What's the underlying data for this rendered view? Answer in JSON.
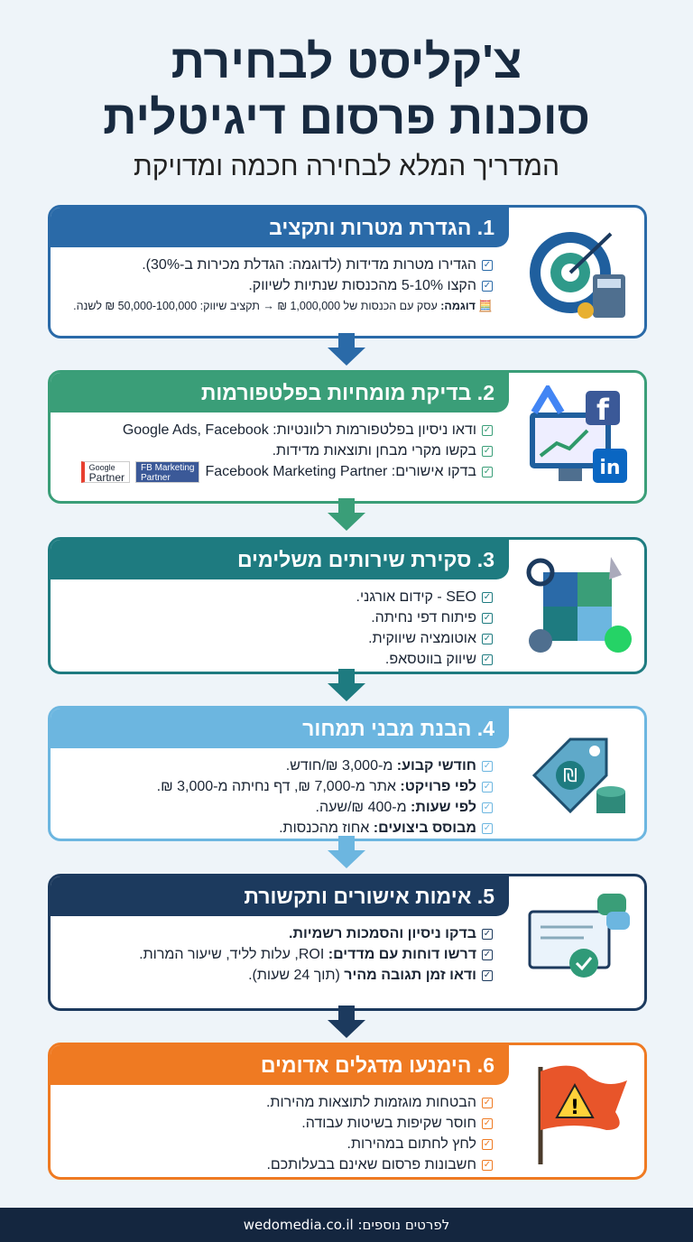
{
  "title": {
    "line1": "צ'קליסט לבחירת",
    "line2": "סוכנות פרסום דיגיטלית",
    "subtitle": "המדריך המלא לבחירה חכמה ומדויקת"
  },
  "colors": {
    "s1": "#2a6aa8",
    "s2": "#3a9e78",
    "s3": "#1e7b80",
    "s4": "#6cb6e0",
    "s5": "#1c3a5e",
    "s6": "#ef7a22"
  },
  "sections": [
    {
      "title": "1. הגדרת מטרות ותקציב",
      "items": [
        {
          "bold": "",
          "text": "הגדירו מטרות מדידות (לדוגמה: הגדלת מכירות ב-30%)."
        },
        {
          "bold": "",
          "text": "הקצו 5-10% מהכנסות שנתיות לשיווק."
        }
      ],
      "example": {
        "bold": "דוגמה:",
        "text": " עסק עם הכנסות של 1,000,000 ₪ → תקציב שיווק: 50,000-100,000 ₪ לשנה."
      }
    },
    {
      "title": "2. בדיקת מומחיות בפלטפורמות",
      "items": [
        {
          "bold": "",
          "text": "ודאו ניסיון בפלטפורמות רלוונטיות: Google Ads, Facebook"
        },
        {
          "bold": "",
          "text": "בקשו מקרי מבחן ותוצאות מדידות."
        },
        {
          "bold": "",
          "text": "בדקו אישורים: Facebook Marketing Partner"
        }
      ],
      "badges": {
        "fb_line1": "FB Marketing",
        "fb_line2": "Partner",
        "g_line1": "Google",
        "g_line2": "Partner"
      }
    },
    {
      "title": "3. סקירת שירותים משלימים",
      "items": [
        {
          "bold": "",
          "text": "SEO - קידום אורגני."
        },
        {
          "bold": "",
          "text": "פיתוח דפי נחיתה."
        },
        {
          "bold": "",
          "text": "אוטומציה שיווקית."
        },
        {
          "bold": "",
          "text": "שיווק בווטסאפ."
        }
      ]
    },
    {
      "title": "4. הבנת מבני תמחור",
      "items": [
        {
          "bold": "חודשי קבוע:",
          "text": " מ-3,000 ₪/חודש."
        },
        {
          "bold": "לפי פרויקט:",
          "text": " אתר מ-7,000 ₪, דף נחיתה מ-3,000 ₪."
        },
        {
          "bold": "לפי שעות:",
          "text": " מ-400 ₪/שעה."
        },
        {
          "bold": "מבוסס ביצועים:",
          "text": " אחוז מהכנסות."
        }
      ]
    },
    {
      "title": "5. אימות אישורים ותקשורת",
      "items": [
        {
          "bold": "בדקו ניסיון והסמכות רשמיות.",
          "text": ""
        },
        {
          "bold": "דרשו דוחות עם מדדים:",
          "text": " ROI, עלות לליד, שיעור המרות."
        },
        {
          "bold": "ודאו זמן תגובה מהיר",
          "text": " (תוך 24 שעות)."
        }
      ]
    },
    {
      "title": "6. הימנעו מדגלים אדומים",
      "items": [
        {
          "bold": "",
          "text": "הבטחות מוגזמות לתוצאות מהירות."
        },
        {
          "bold": "",
          "text": "חוסר שקיפות בשיטות עבודה."
        },
        {
          "bold": "",
          "text": "לחץ לחתום במהירות."
        },
        {
          "bold": "",
          "text": "חשבונות פרסום שאינם בבעלותכם."
        }
      ]
    }
  ],
  "footer": {
    "label": "לפרטים נוספים:",
    "url": "wedomedia.co.il"
  }
}
